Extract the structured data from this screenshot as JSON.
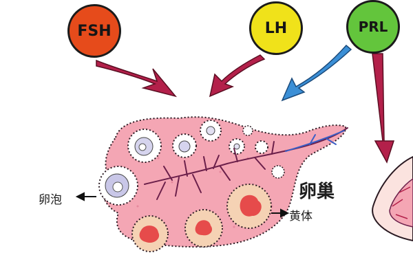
{
  "hormones": [
    {
      "key": "fsh",
      "label": "FSH",
      "color": "#e64b1b"
    },
    {
      "key": "lh",
      "label": "LH",
      "color": "#f0e21a"
    },
    {
      "key": "prl",
      "label": "PRL",
      "color": "#63c53c"
    }
  ],
  "labels": {
    "follicle": "卵泡",
    "ovary": "卵巢",
    "corpus_luteum": "黄体"
  },
  "colors": {
    "arrow_dark": "#b3204a",
    "arrow_blue": "#3b8fd6",
    "ovary_fill": "#f4a6b4",
    "vessel": "#6b1f4a"
  }
}
